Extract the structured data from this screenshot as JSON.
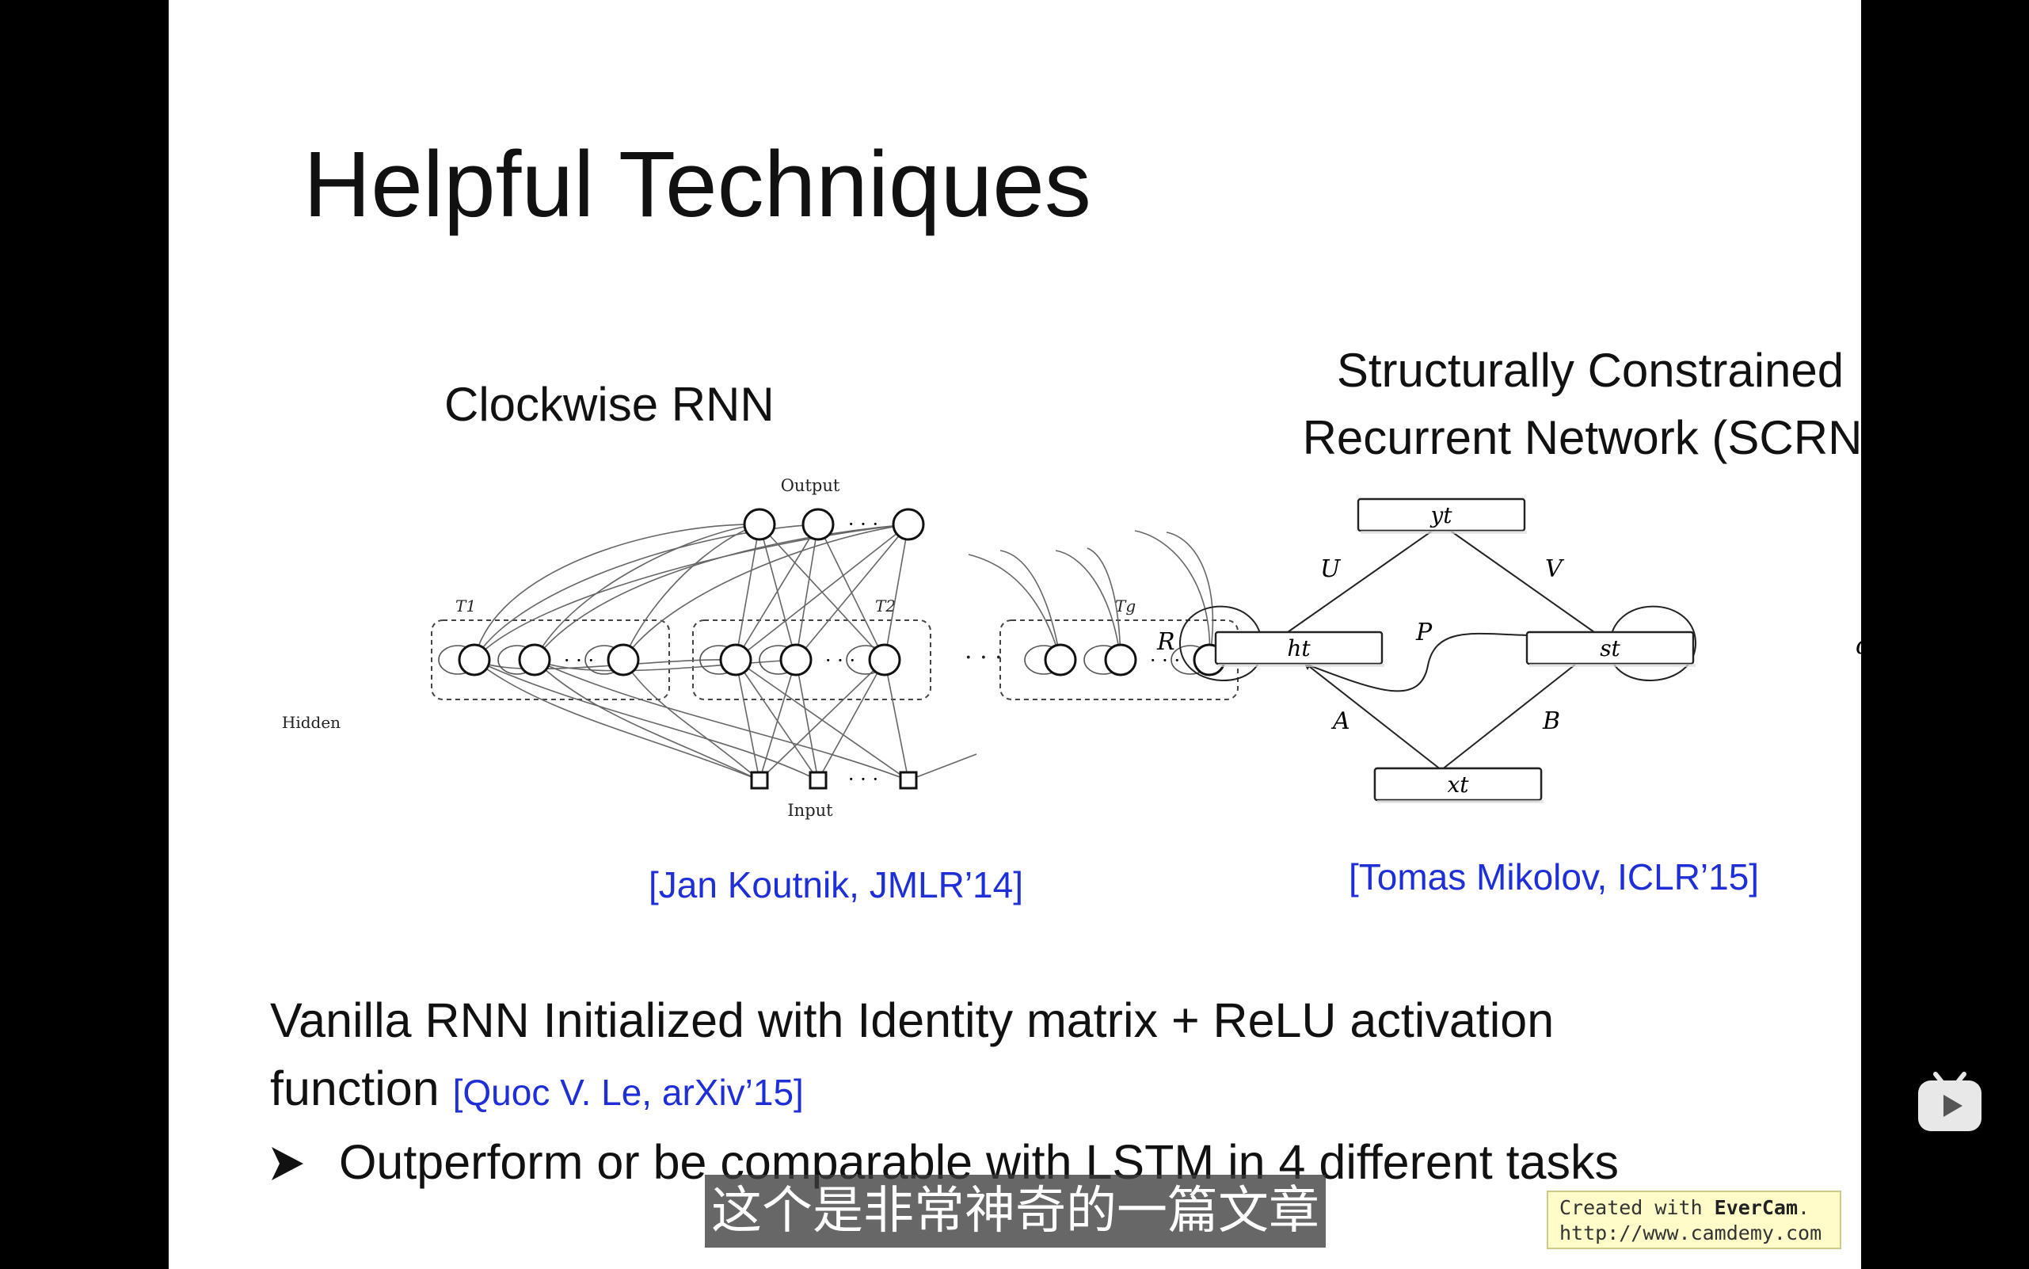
{
  "slide": {
    "title": "Helpful Techniques",
    "left_section": {
      "title": "Clockwise RNN",
      "citation": "[Jan Koutnik, JMLR’14]",
      "diagram": {
        "output_label": "Output",
        "input_label": "Input",
        "hidden_label": "Hidden",
        "group_labels": [
          "T1",
          "T2",
          "Tg"
        ]
      }
    },
    "right_section": {
      "title_line1": "Structurally Constrained",
      "title_line2": "Recurrent Network (SCRN)",
      "citation": "[Tomas Mikolov, ICLR’15]",
      "diagram": {
        "y_box": "yt",
        "h_box": "ht",
        "s_box": "st",
        "x_box": "xt",
        "labels": [
          "U",
          "V",
          "R",
          "P",
          "α",
          "A",
          "B"
        ]
      }
    },
    "body": {
      "line1": "Vanilla RNN Initialized with Identity matrix + ReLU activation",
      "line2": "function",
      "citation": "[Quoc V. Le, arXiv’15]"
    },
    "bullet": {
      "text": "Outperform or be comparable with LSTM in 4 different tasks"
    }
  },
  "overlay": {
    "subtitle": "这个是非常神奇的一篇文章",
    "watermark_line1_prefix": "Created with ",
    "watermark_brand": "EverCam",
    "watermark_line1_suffix": ".",
    "watermark_line2": "http://www.camdemy.com"
  },
  "icons": {
    "bullet": "arrow-bullet-icon",
    "player": "bilibili-play-icon"
  }
}
